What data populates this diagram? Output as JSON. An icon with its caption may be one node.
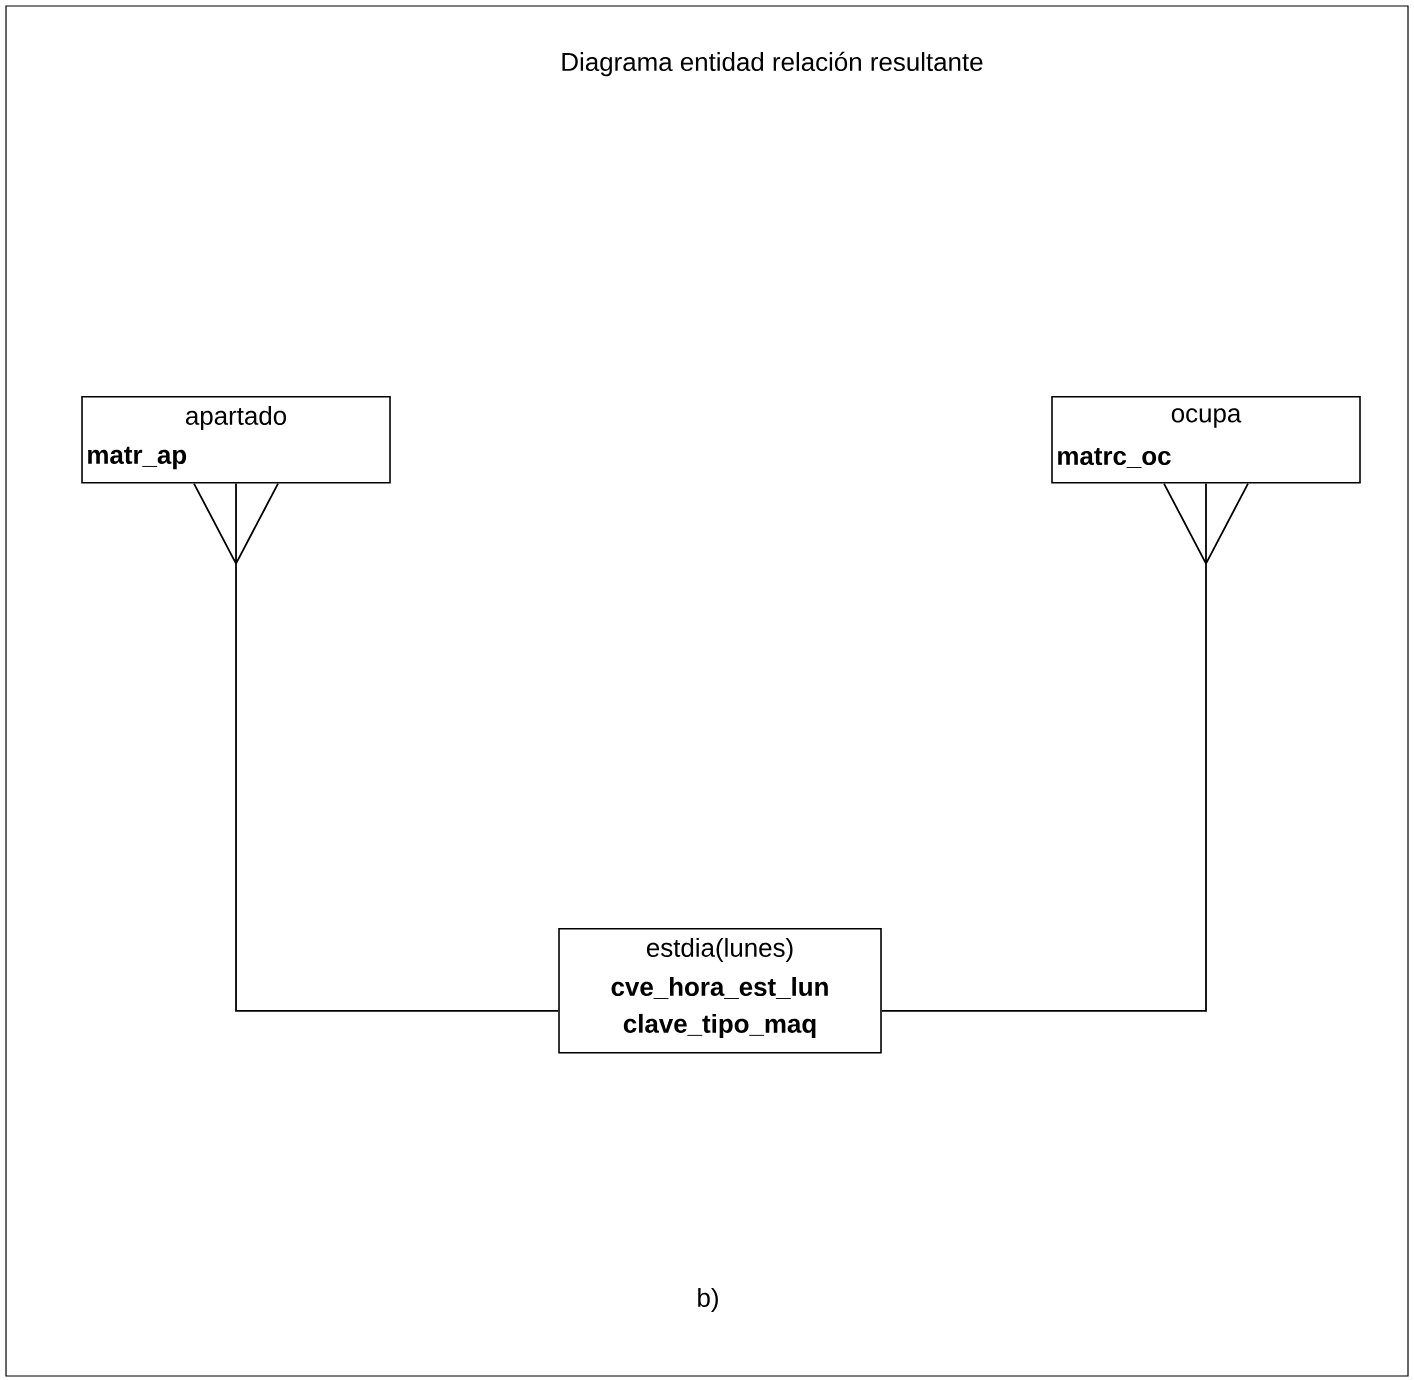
{
  "diagram": {
    "title": "Diagrama entidad relación resultante",
    "nodes": [
      {
        "text": [
          "apartado",
          "matr_ap"
        ]
      },
      {
        "text": [
          "ocupa",
          "matrc_oc"
        ]
      },
      {
        "text": [
          "estdia(lunes)",
          "cve_hora_est_lun",
          "clave_tipo_maq"
        ]
      }
    ],
    "edges": [
      {
        "from": 2,
        "to": 0,
        "arrow": "other"
      },
      {
        "from": 2,
        "to": 1,
        "arrow": "other"
      }
    ],
    "labels": [
      "b)"
    ]
  }
}
